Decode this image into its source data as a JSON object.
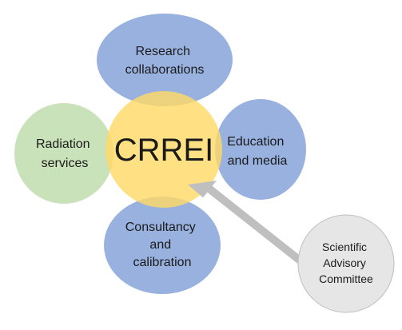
{
  "diagram": {
    "center": {
      "label": "CRREI",
      "color": "#FFD966"
    },
    "petals": {
      "research": {
        "lines": [
          "Research",
          "collaborations"
        ],
        "color": "#8FAADC"
      },
      "radiation": {
        "lines": [
          "Radiation",
          "services"
        ],
        "color": "#C5E0B4"
      },
      "education": {
        "lines": [
          "Education",
          "and media"
        ],
        "color": "#8FAADC"
      },
      "consultancy": {
        "lines": [
          "Consultancy",
          "and",
          "calibration"
        ],
        "color": "#8FAADC"
      }
    },
    "advisory": {
      "lines": [
        "Scientific",
        "Advisory",
        "Committee"
      ],
      "color": "#E7E6E6",
      "stroke": "#BFBFBF"
    },
    "arrow": {
      "color": "#BFBFBF"
    }
  }
}
